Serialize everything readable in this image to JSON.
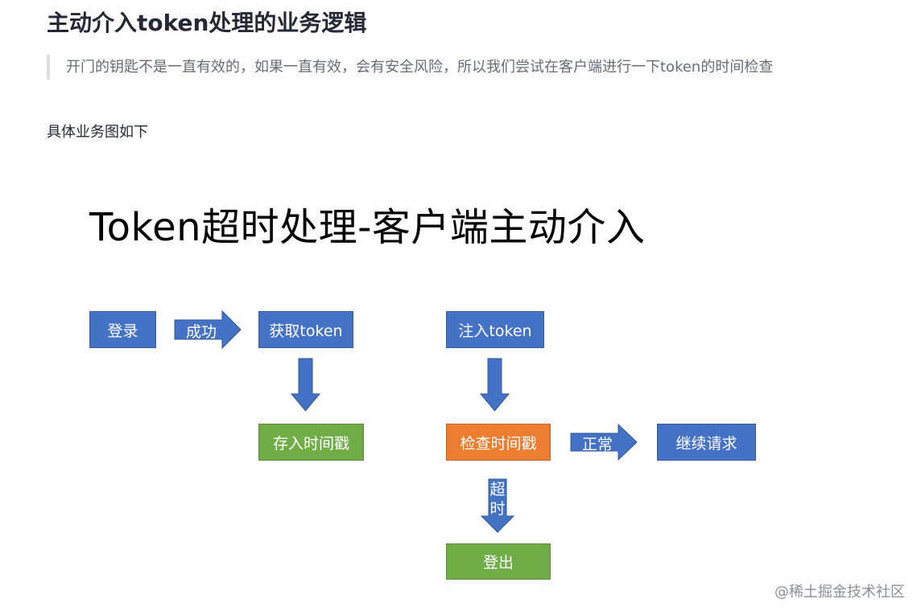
{
  "article": {
    "heading": "主动介入token处理的业务逻辑",
    "quote": "开门的钥匙不是一直有效的，如果一直有效，会有安全风险，所以我们尝试在客户端进行一下token的时间检查",
    "intro": "具体业务图如下"
  },
  "diagram": {
    "title": "Token超时处理-客户端主动介入",
    "nodes": {
      "login": "登录",
      "get_token": "获取token",
      "store_timestamp": "存入时间戳",
      "inject_token": "注入token",
      "check_timestamp": "检查时间戳",
      "continue_request": "继续请求",
      "logout": "登出"
    },
    "edges": {
      "success": "成功",
      "normal": "正常",
      "timeout": "超时"
    },
    "colors": {
      "blue": "#4472c4",
      "green": "#70ad47",
      "orange": "#ed7d31"
    }
  },
  "watermark": "@稀土掘金技术社区"
}
